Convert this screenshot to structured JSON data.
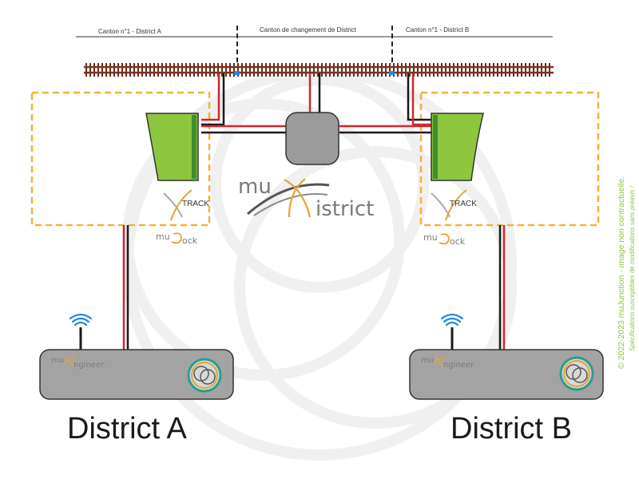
{
  "canton_labels": {
    "left": "Canton n°1 - District A",
    "middle": "Canton de changement de District",
    "right": "Canton n°1 - District B"
  },
  "districts": {
    "a": "District A",
    "b": "District B"
  },
  "brand": {
    "center_prefix": "mu",
    "center_suffix": "istrict",
    "xtrack_label": "TRACK",
    "dock_prefix": "mu",
    "dock_suffix": "ock",
    "engineer_prefix": "mu",
    "engineer_suffix": "ngineer"
  },
  "side_notes": {
    "copyright": "© 2022-2023 muJunction - image non contractuelle.",
    "spec": "Spécifications susceptibles de modifications sans préavis !"
  },
  "colors": {
    "rail": "#7a3320",
    "tie": "#6b2a18",
    "dashed_box": "#f7b03a",
    "green_module": "#8dc63f",
    "box_gray": "#9b9b9b",
    "wire_red": "#d4262c",
    "wire_black": "#1a1a1a",
    "wifi": "#1e88e5",
    "accent_gold": "#e2a43a",
    "accent_teal": "#2a9d8f",
    "copyright_green": "#8cc63f"
  },
  "icons": [
    "wifi-icon",
    "mujunction-logo-icon",
    "xtrack-logo-icon"
  ]
}
